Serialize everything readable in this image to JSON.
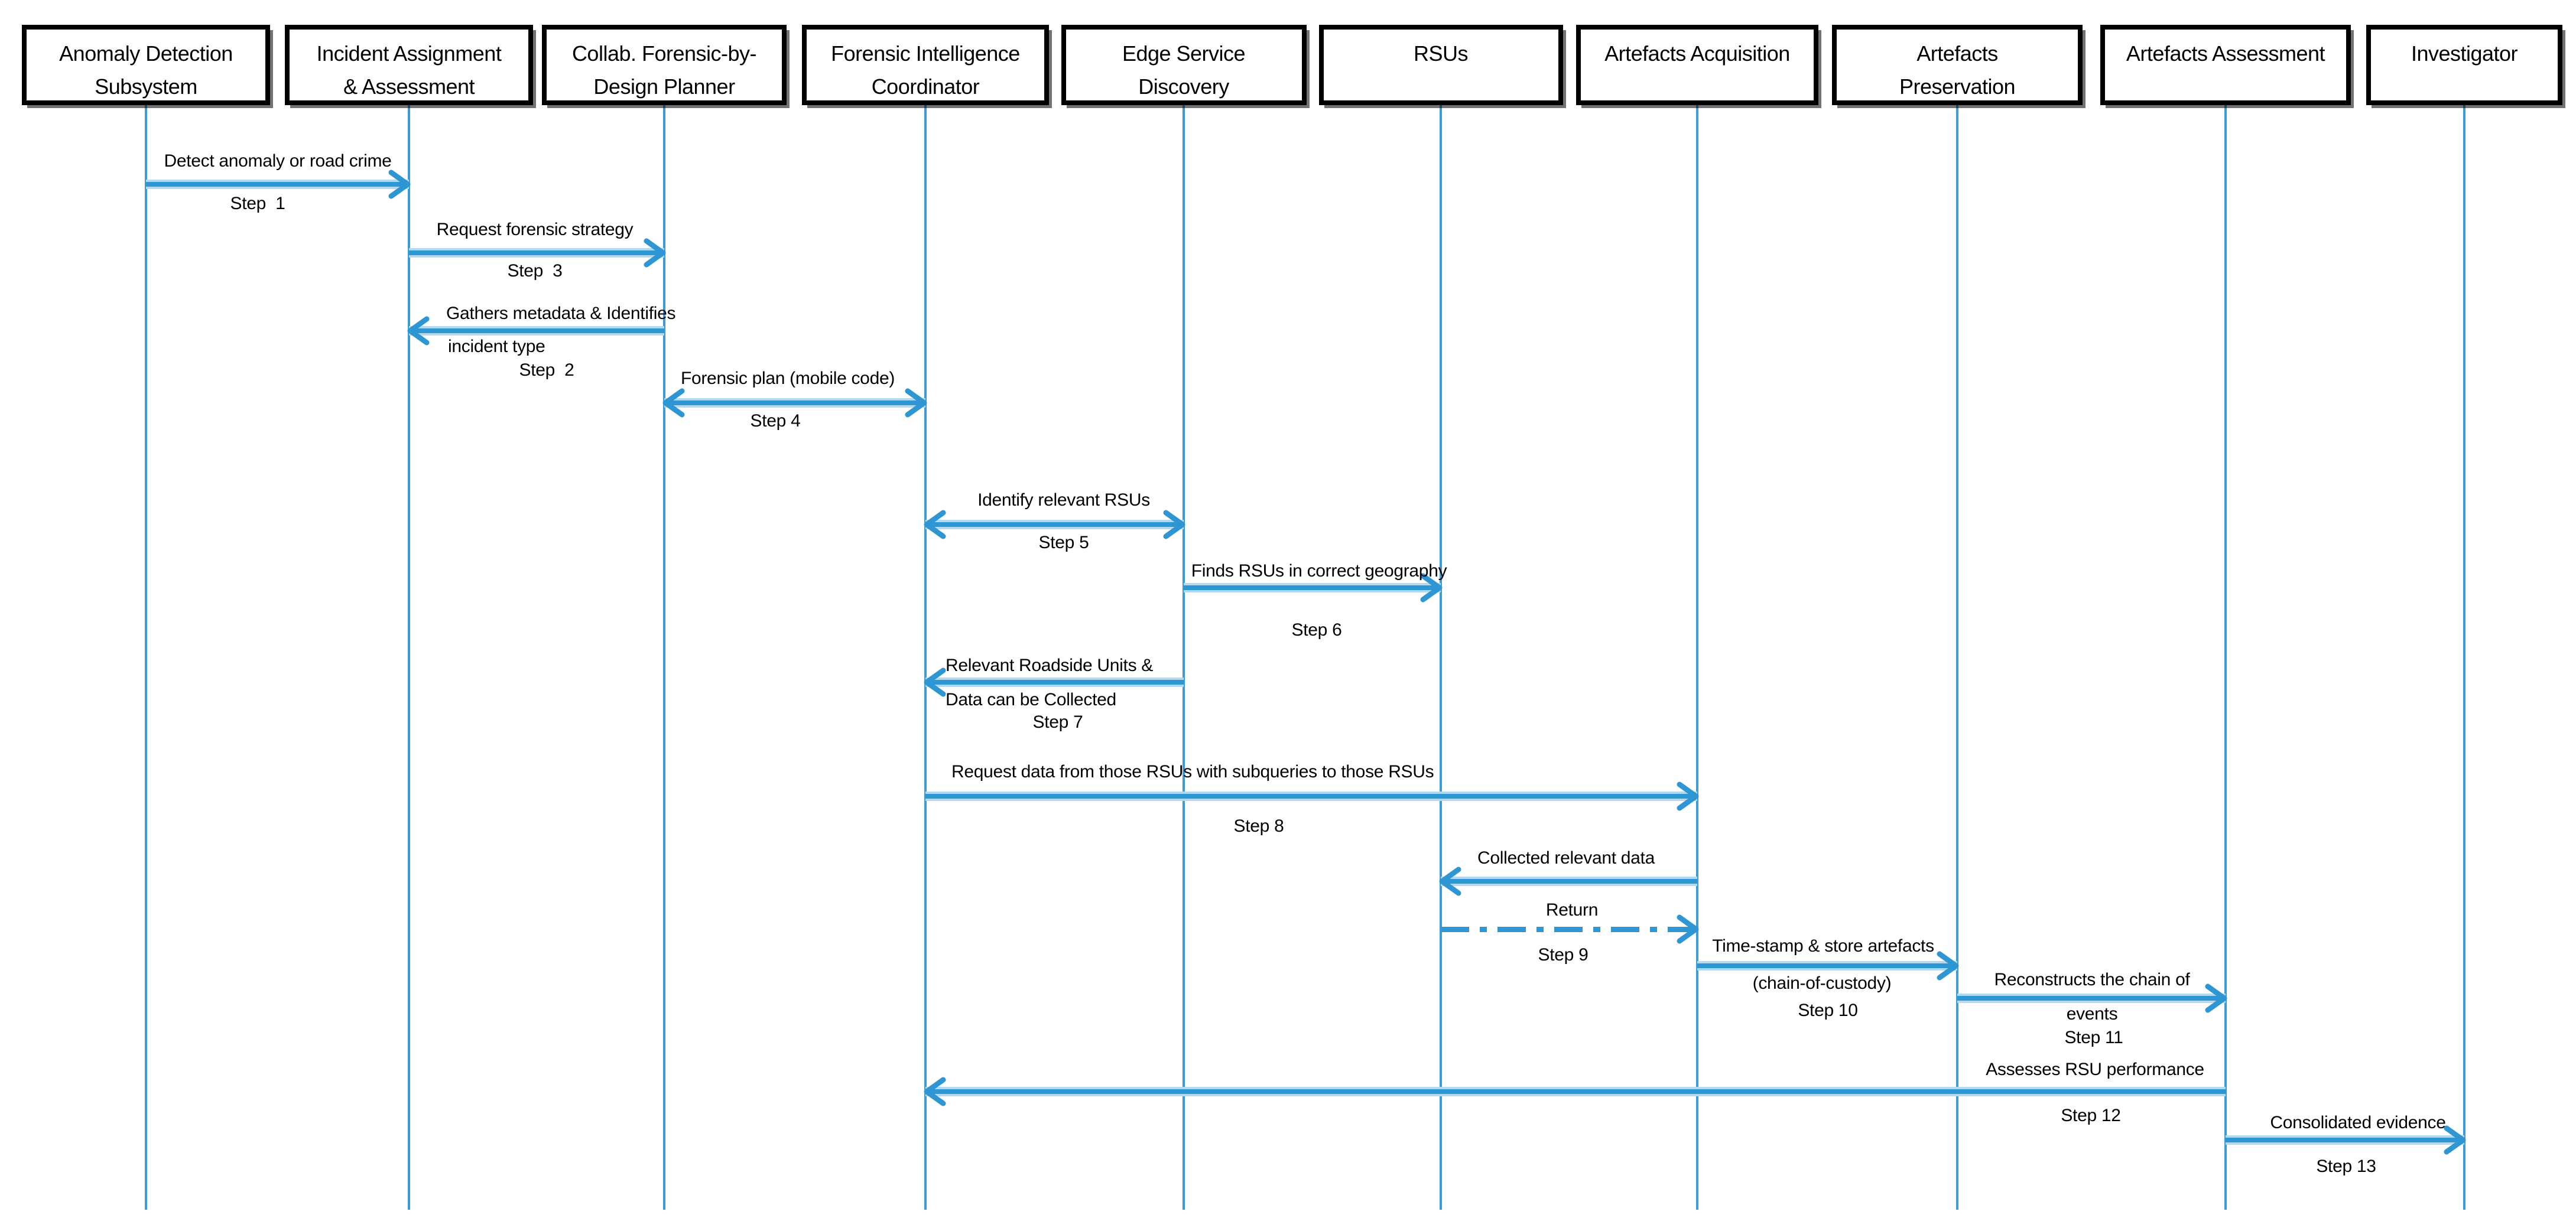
{
  "diagram": {
    "type": "uml-sequence-diagram",
    "accent_color": "#2e96d3",
    "accent_light": "#b3d9f0",
    "actors": [
      {
        "name": "Anomaly Detection Subsystem",
        "label": "Anomaly Detection\nSubsystem"
      },
      {
        "name": "Incident Assignment & Assessment",
        "label": "Incident Assignment\n& Assessment"
      },
      {
        "name": "Collab. Forensic-by-Design Planner",
        "label": "Collab. Forensic-by-\nDesign Planner"
      },
      {
        "name": "Forensic Intelligence Coordinator",
        "label": "Forensic Intelligence\nCoordinator"
      },
      {
        "name": "Edge Service Discovery",
        "label": "Edge Service\nDiscovery"
      },
      {
        "name": "RSUs",
        "label": "RSUs"
      },
      {
        "name": "Artefacts Acquisition",
        "label": "Artefacts Acquisition"
      },
      {
        "name": "Artefacts Preservation",
        "label": "Artefacts\nPreservation"
      },
      {
        "name": "Artefacts Assessment",
        "label": "Artefacts Assessment"
      },
      {
        "name": "Investigator",
        "label": "Investigator"
      }
    ],
    "messages": [
      {
        "from": 0,
        "to": 1,
        "type": "solid",
        "direction": "right",
        "label_above": "Detect anomaly or road crime",
        "step": "Step  1"
      },
      {
        "from": 1,
        "to": 2,
        "type": "solid",
        "direction": "right",
        "label_above": "Request forensic strategy",
        "step": "Step  3"
      },
      {
        "from": 2,
        "to": 1,
        "type": "solid",
        "direction": "left",
        "label_above": "Gathers metadata & Identifies",
        "label_below": "incident type",
        "step": "Step  2"
      },
      {
        "from": 2,
        "to": 3,
        "type": "solid",
        "direction": "both",
        "label_above": "Forensic plan (mobile code)",
        "step": "Step 4"
      },
      {
        "from": 3,
        "to": 4,
        "type": "solid",
        "direction": "both",
        "label_above": "Identify relevant RSUs",
        "step": "Step 5"
      },
      {
        "from": 4,
        "to": 5,
        "type": "solid",
        "direction": "right",
        "label_above": "Finds RSUs in correct geography",
        "step": "Step 6"
      },
      {
        "from": 4,
        "to": 3,
        "type": "solid",
        "direction": "left",
        "label_above": "Relevant Roadside Units &",
        "label_below": "Data can be Collected",
        "step": "Step 7"
      },
      {
        "from": 3,
        "to": 6,
        "type": "solid",
        "direction": "right",
        "label_above": "Request data from those RSUs with subqueries to those RSUs",
        "step": "Step 8"
      },
      {
        "from": 6,
        "to": 5,
        "type": "solid",
        "direction": "left",
        "label_above": "Collected relevant data"
      },
      {
        "from": 5,
        "to": 6,
        "type": "dashdot",
        "direction": "right",
        "label_above": "Return",
        "step": "Step 9"
      },
      {
        "from": 6,
        "to": 7,
        "type": "solid",
        "direction": "right",
        "label_above": "Time-stamp & store artefacts",
        "label_below": "(chain-of-custody)",
        "step": "Step 10"
      },
      {
        "from": 7,
        "to": 8,
        "type": "solid",
        "direction": "right",
        "label_above": "Reconstructs the chain of",
        "label_below": "events",
        "step": "Step 11"
      },
      {
        "from": 8,
        "to": 3,
        "type": "solid",
        "direction": "left",
        "label_above": "Assesses RSU performance",
        "step": "Step 12"
      },
      {
        "from": 8,
        "to": 9,
        "type": "solid",
        "direction": "right",
        "label_above": "Consolidated evidence",
        "step": "Step 13"
      }
    ]
  }
}
